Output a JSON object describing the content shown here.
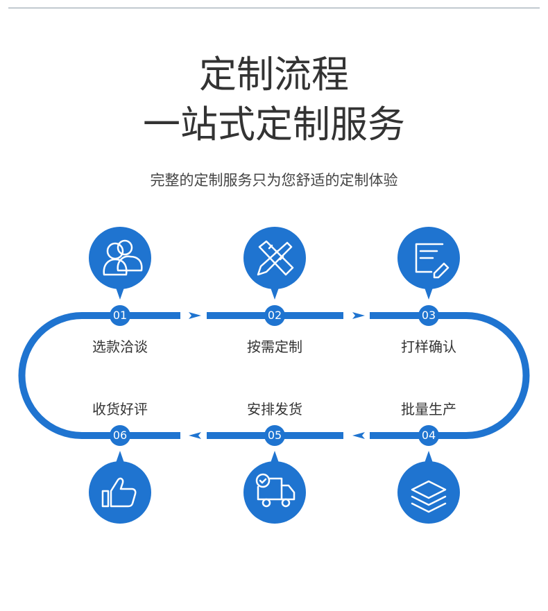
{
  "title_line1": "定制流程",
  "title_line2": "一站式定制服务",
  "subtitle": "完整的定制服务只为您舒适的定制体验",
  "accent_color": "#1f74d0",
  "steps": [
    {
      "num": "01",
      "label": "选款洽谈",
      "icon": "users-icon"
    },
    {
      "num": "02",
      "label": "按需定制",
      "icon": "ruler-pencil-icon"
    },
    {
      "num": "03",
      "label": "打样确认",
      "icon": "document-edit-icon"
    },
    {
      "num": "04",
      "label": "批量生产",
      "icon": "layers-icon"
    },
    {
      "num": "05",
      "label": "安排发货",
      "icon": "delivery-truck-icon"
    },
    {
      "num": "06",
      "label": "收货好评",
      "icon": "thumbs-up-icon"
    }
  ]
}
